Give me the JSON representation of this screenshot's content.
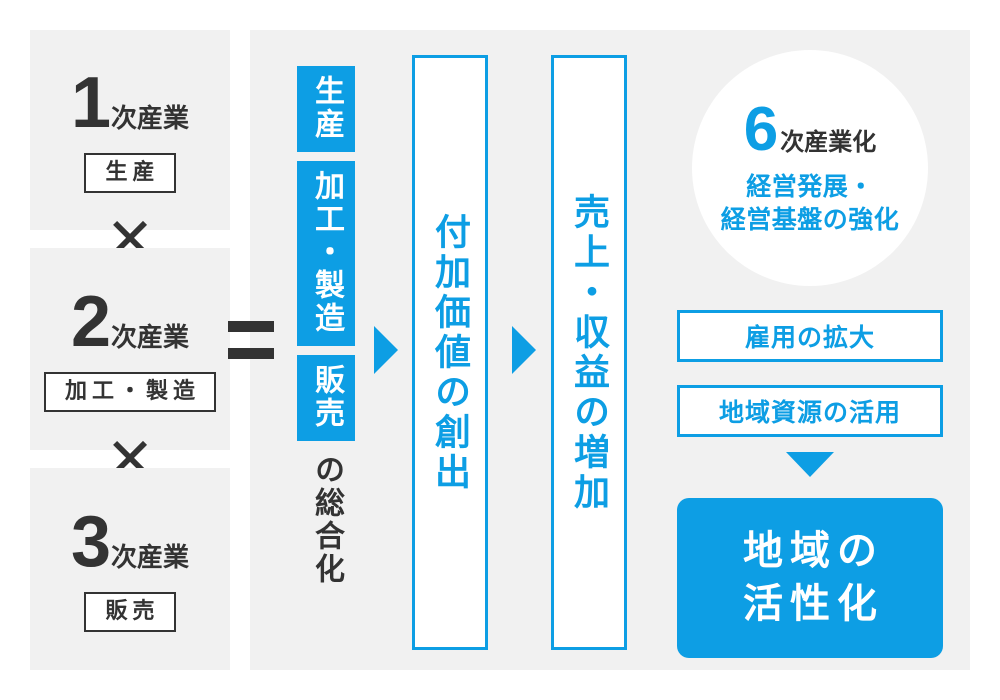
{
  "diagram": {
    "title": "6次産業化",
    "accent_color": "#0d9ee4",
    "panel_color": "#f1f1f1",
    "text_color": "#333333"
  },
  "industries": [
    {
      "number": "1",
      "suffix": "次産業",
      "tag": "生産"
    },
    {
      "number": "2",
      "suffix": "次産業",
      "tag": "加工・製造"
    },
    {
      "number": "3",
      "suffix": "次産業",
      "tag": "販売"
    }
  ],
  "operators": {
    "multiply_1": "✕",
    "multiply_2": "✕",
    "equals": "="
  },
  "integration": {
    "chips": [
      "生産",
      "加工・製造",
      "販売"
    ],
    "tail": "の総合化"
  },
  "flow": {
    "arrow_1": "triangle-right",
    "arrow_2": "triangle-right",
    "boxes": [
      {
        "label": "付加価値の創出"
      },
      {
        "label": "売上・収益の増加"
      }
    ]
  },
  "goal": {
    "number": "6",
    "suffix": "次産業化",
    "sub_line_1": "経営発展・",
    "sub_line_2": "経営基盤の強化"
  },
  "outcomes": [
    {
      "label": "雇用の拡大"
    },
    {
      "label": "地域資源の活用"
    }
  ],
  "down_arrow": "triangle-down",
  "result": {
    "line_1": "地域の",
    "line_2": "活性化"
  }
}
